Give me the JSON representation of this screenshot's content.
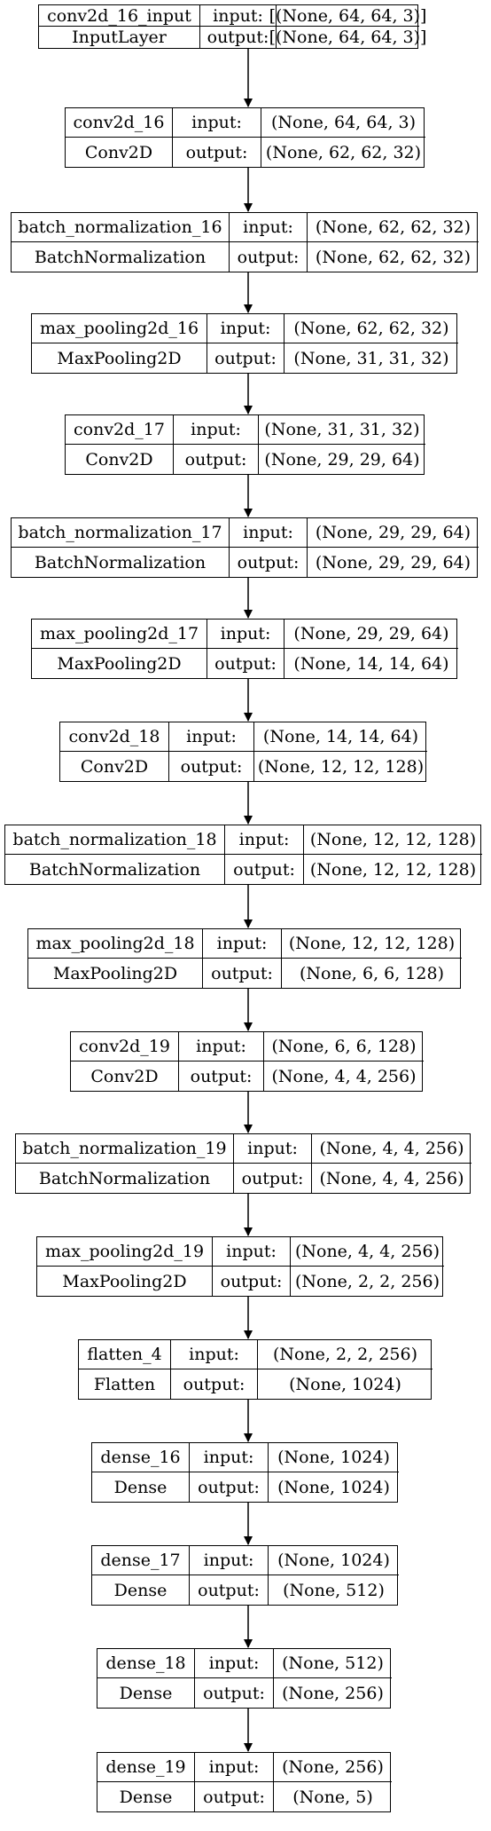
{
  "labels": {
    "input": "input:",
    "output": "output:"
  },
  "nodes": [
    {
      "name": "conv2d_16_input",
      "type": "InputLayer",
      "input": "[(None, 64, 64, 3)]",
      "output": "[(None, 64, 64, 3)]"
    },
    {
      "name": "conv2d_16",
      "type": "Conv2D",
      "input": "(None, 64, 64, 3)",
      "output": "(None, 62, 62, 32)"
    },
    {
      "name": "batch_normalization_16",
      "type": "BatchNormalization",
      "input": "(None, 62, 62, 32)",
      "output": "(None, 62, 62, 32)"
    },
    {
      "name": "max_pooling2d_16",
      "type": "MaxPooling2D",
      "input": "(None, 62, 62, 32)",
      "output": "(None, 31, 31, 32)"
    },
    {
      "name": "conv2d_17",
      "type": "Conv2D",
      "input": "(None, 31, 31, 32)",
      "output": "(None, 29, 29, 64)"
    },
    {
      "name": "batch_normalization_17",
      "type": "BatchNormalization",
      "input": "(None, 29, 29, 64)",
      "output": "(None, 29, 29, 64)"
    },
    {
      "name": "max_pooling2d_17",
      "type": "MaxPooling2D",
      "input": "(None, 29, 29, 64)",
      "output": "(None, 14, 14, 64)"
    },
    {
      "name": "conv2d_18",
      "type": "Conv2D",
      "input": "(None, 14, 14, 64)",
      "output": "(None, 12, 12, 128)"
    },
    {
      "name": "batch_normalization_18",
      "type": "BatchNormalization",
      "input": "(None, 12, 12, 128)",
      "output": "(None, 12, 12, 128)"
    },
    {
      "name": "max_pooling2d_18",
      "type": "MaxPooling2D",
      "input": "(None, 12, 12, 128)",
      "output": "(None, 6, 6, 128)"
    },
    {
      "name": "conv2d_19",
      "type": "Conv2D",
      "input": "(None, 6, 6, 128)",
      "output": "(None, 4, 4, 256)"
    },
    {
      "name": "batch_normalization_19",
      "type": "BatchNormalization",
      "input": "(None, 4, 4, 256)",
      "output": "(None, 4, 4, 256)"
    },
    {
      "name": "max_pooling2d_19",
      "type": "MaxPooling2D",
      "input": "(None, 4, 4, 256)",
      "output": "(None, 2, 2, 256)"
    },
    {
      "name": "flatten_4",
      "type": "Flatten",
      "input": "(None, 2, 2, 256)",
      "output": "(None, 1024)"
    },
    {
      "name": "dense_16",
      "type": "Dense",
      "input": "(None, 1024)",
      "output": "(None, 1024)"
    },
    {
      "name": "dense_17",
      "type": "Dense",
      "input": "(None, 1024)",
      "output": "(None, 512)"
    },
    {
      "name": "dense_18",
      "type": "Dense",
      "input": "(None, 512)",
      "output": "(None, 256)"
    },
    {
      "name": "dense_19",
      "type": "Dense",
      "input": "(None, 256)",
      "output": "(None, 5)"
    }
  ]
}
